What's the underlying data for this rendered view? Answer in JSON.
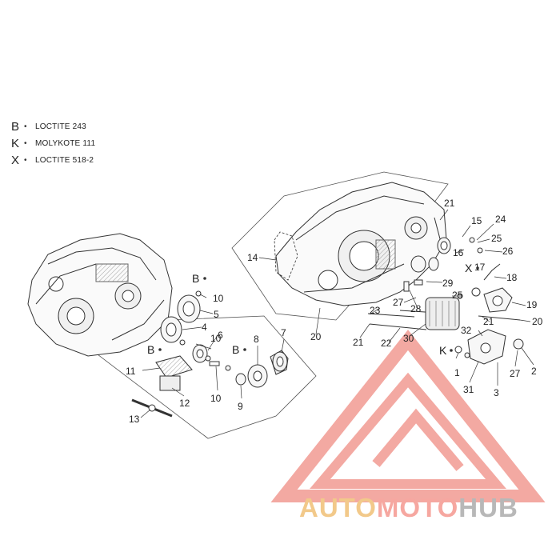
{
  "legend": [
    {
      "letter": "B",
      "drop": "•",
      "text": "LOCTITE 243"
    },
    {
      "letter": "K",
      "drop": "•",
      "text": "MOLYKOTE 111"
    },
    {
      "letter": "X",
      "drop": "•",
      "text": "LOCTITE 518-2"
    }
  ],
  "callouts": {
    "c21a": "21",
    "c15": "15",
    "c24": "24",
    "c25a": "25",
    "c16": "16",
    "c26": "26",
    "cXa": "X",
    "c17": "17",
    "c18": "18",
    "c14": "14",
    "c29": "29",
    "c25b": "25",
    "c19": "19",
    "c28": "28",
    "c27a": "27",
    "c23": "23",
    "c20a": "20",
    "c20b": "20",
    "c21b": "21",
    "c22": "22",
    "c30": "30",
    "c21c": "21",
    "c32": "32",
    "cK": "K",
    "c1": "1",
    "c27b": "27",
    "c2": "2",
    "c31": "31",
    "c3": "3",
    "cBa": "B",
    "c10a": "10",
    "c5": "5",
    "c4": "4",
    "c6": "6",
    "c10b": "10",
    "cBb": "B",
    "cBc": "B",
    "c8": "8",
    "c7": "7",
    "c11": "11",
    "c12": "12",
    "c10c": "10",
    "c9": "9",
    "c13": "13"
  },
  "watermark": {
    "part1": "AUTO",
    "part2": "MOTO",
    "part3": "HUB",
    "color1": "#f2c98a",
    "color2": "#f6a7a0",
    "color3": "#b8b8b8",
    "triangle_color": "#ef8d84"
  }
}
